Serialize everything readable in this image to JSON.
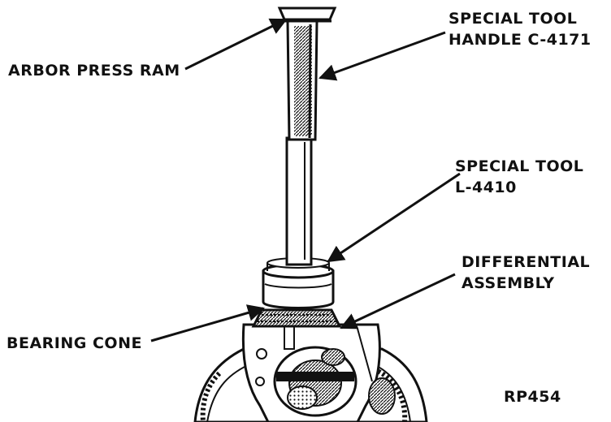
{
  "labels": {
    "arbor_press_ram": "ARBOR PRESS RAM",
    "handle_line1": "SPECIAL TOOL",
    "handle_line2": "HANDLE C-4171",
    "tool_line1": "SPECIAL TOOL",
    "tool_line2": "L-4410",
    "diff_line1": "DIFFERENTIAL",
    "diff_line2": "ASSEMBLY",
    "bearing_cone": "BEARING CONE",
    "figure_code": "RP454"
  }
}
